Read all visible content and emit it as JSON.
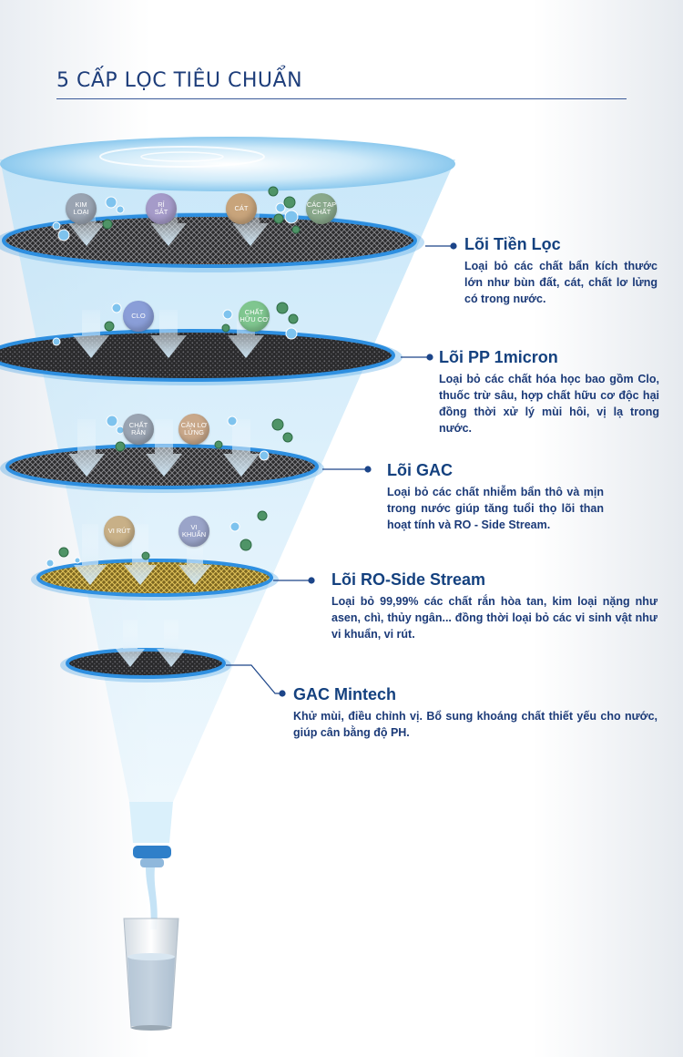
{
  "title": "5 CẤP LỌC TIÊU CHUẨN",
  "colors": {
    "heading": "#14417f",
    "body_text": "#1b3a78",
    "accent_blue": "#2e8fe0",
    "filter_dark": "#2d2d2f",
    "filter_gold": "#b99a3a"
  },
  "filters": [
    {
      "heading": "Lõi Tiền Lọc",
      "description": "Loại bỏ các chất bẩn kích thước lớn như bùn đất, cát, chất lơ lửng có trong nước."
    },
    {
      "heading": "Lõi PP 1micron",
      "description": "Loại bỏ các chất hóa học bao gồm Clo, thuốc trừ sâu, hợp chất hữu cơ độc hại đồng thời xử lý mùi hôi, vị lạ trong nước."
    },
    {
      "heading": "Lõi GAC",
      "description": "Loại bỏ các chất nhiễm bẩn thô và mịn trong nước giúp tăng tuổi thọ lõi than hoạt tính và RO - Side Stream."
    },
    {
      "heading": "Lõi RO-Side Stream",
      "description": "Loại bỏ 99,99% các chất rắn hòa tan, kim loại nặng như asen, chì, thủy ngân... đồng thời loại bỏ các vi sinh vật như vi khuẩn, vi rút."
    },
    {
      "heading": "GAC Mintech",
      "description": "Khử mùi, điều chỉnh vị. Bổ sung khoáng chất thiết yếu cho nước, giúp cân bằng độ PH."
    }
  ],
  "particles": {
    "kim_loai": "KIM\nLOẠI",
    "ri_sat": "RỈ\nSẮT",
    "cat": "CÁT",
    "cac_tap_chat": "CÁC TẠP\nCHẤT",
    "clo": "CLO",
    "chat_huu_co": "CHẤT\nHỮU CƠ",
    "chat_ran": "CHẤT\nRẮN",
    "can_lo_lung": "CẶN LƠ\nLỬNG",
    "vi_rut": "VI RÚT",
    "vi_khuan": "VI\nKHUẨN"
  }
}
